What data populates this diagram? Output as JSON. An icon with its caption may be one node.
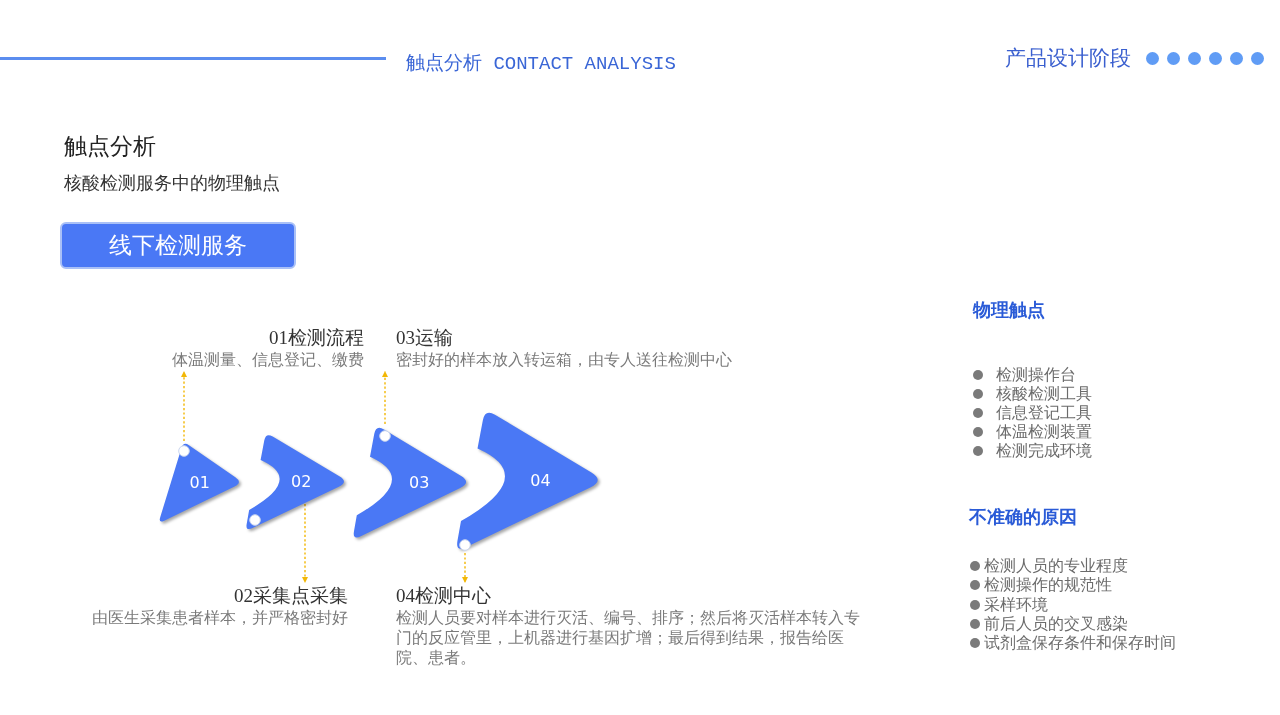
{
  "diagram": {
    "title": "触点分析",
    "nodes": [
      {
        "text": [
          "线下检测服务"
        ]
      },
      {
        "text": [
          "01检测流程",
          "体温测量、信息登记、缴费"
        ]
      },
      {
        "text": [
          "03运输",
          "密封好的样本放入转运箱，由专人送往检测中心"
        ]
      },
      {
        "text": [
          "01"
        ]
      },
      {
        "text": [
          "02"
        ]
      },
      {
        "text": [
          "03"
        ]
      },
      {
        "text": [
          "04"
        ]
      },
      {
        "text": [
          "02采集点采集",
          "由医生采集患者样本，并严格密封好"
        ]
      },
      {
        "text": [
          "04检测中心",
          "检测人员要对样本进行灭活、编号、排序；然后将灭活样本转入专门的反应管里，上机器进行基因扩增；最后得到结果，报告给医院、患者。"
        ]
      }
    ],
    "edges": [
      {
        "from": 3,
        "to": 1,
        "arrow": "to",
        "style": "dashed"
      },
      {
        "from": 4,
        "to": 7,
        "arrow": "to",
        "style": "dashed"
      },
      {
        "from": 5,
        "to": 2,
        "arrow": "to",
        "style": "dashed"
      },
      {
        "from": 6,
        "to": 8,
        "arrow": "to",
        "style": "dashed"
      }
    ],
    "labels": [
      "触点分析 CONTACT ANALYSIS",
      "产品设计阶段",
      "核酸检测服务中的物理触点",
      "物理触点",
      "检测操作台",
      "核酸检测工具",
      "信息登记工具",
      "体温检测装置",
      "检测完成环境",
      "不准确的原因",
      "检测人员的专业程度",
      "检测操作的规范性",
      "采样环境",
      "前后人员的交叉感染",
      "试剂盒保存条件和保存时间"
    ]
  }
}
